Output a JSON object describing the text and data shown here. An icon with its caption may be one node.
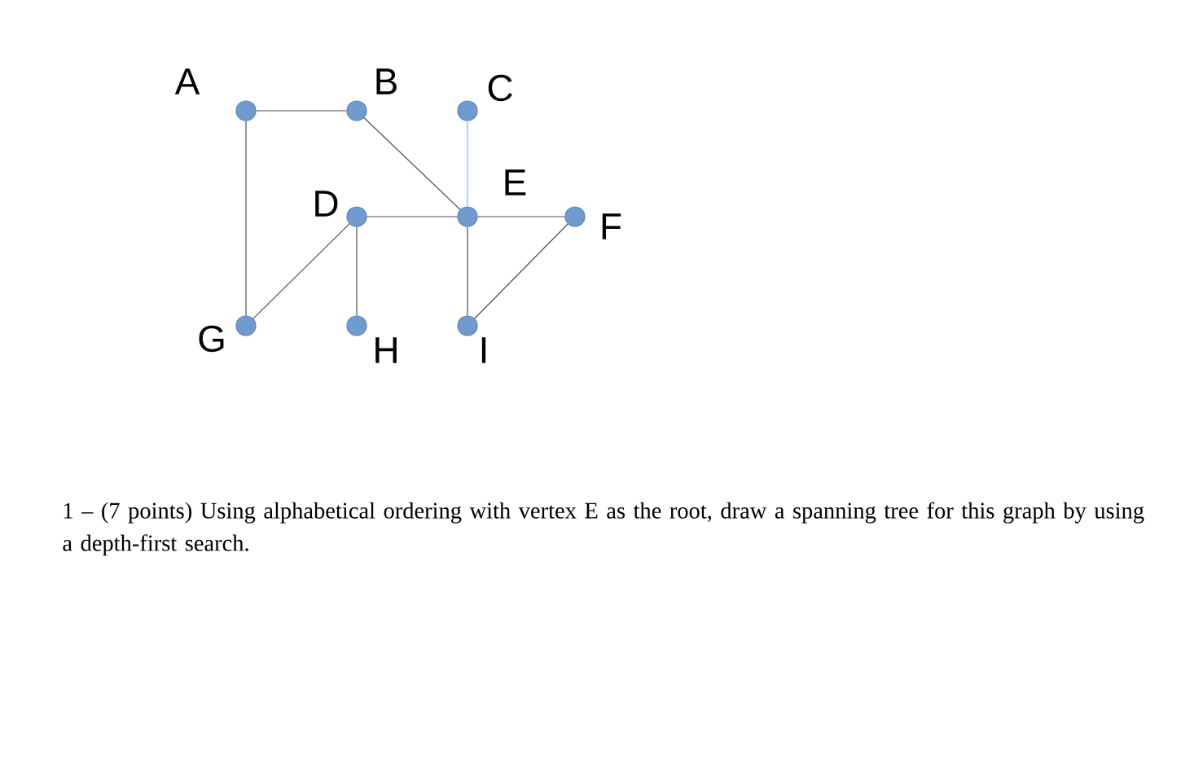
{
  "diagram": {
    "nodes": [
      {
        "text": [],
        "shape": "circle",
        "beside": [
          "A"
        ]
      },
      {
        "text": [],
        "shape": "circle",
        "beside": [
          "B"
        ]
      },
      {
        "text": [],
        "shape": "circle",
        "beside": [
          "C"
        ]
      },
      {
        "text": [],
        "shape": "circle",
        "beside": [
          "D"
        ]
      },
      {
        "text": [],
        "shape": "circle",
        "beside": [
          "E"
        ]
      },
      {
        "text": [],
        "shape": "circle",
        "beside": [
          "F"
        ]
      },
      {
        "text": [],
        "shape": "circle",
        "beside": [
          "G"
        ]
      },
      {
        "text": [],
        "shape": "circle",
        "beside": [
          "H"
        ]
      },
      {
        "text": [],
        "shape": "circle",
        "beside": [
          "I"
        ]
      }
    ],
    "edges": [
      {
        "from": 0,
        "to": 1,
        "arrow": "none"
      },
      {
        "from": 0,
        "to": 6,
        "arrow": "none"
      },
      {
        "from": 1,
        "to": 4,
        "arrow": "none"
      },
      {
        "from": 2,
        "to": 4,
        "arrow": "none",
        "color": "#8eb4e3"
      },
      {
        "from": 3,
        "to": 4,
        "arrow": "none"
      },
      {
        "from": 3,
        "to": 6,
        "arrow": "none"
      },
      {
        "from": 3,
        "to": 7,
        "arrow": "none"
      },
      {
        "from": 4,
        "to": 5,
        "arrow": "none"
      },
      {
        "from": 4,
        "to": 8,
        "arrow": "none"
      },
      {
        "from": 8,
        "to": 5,
        "arrow": "none"
      }
    ],
    "labels": [
      "1 – (7 points) Using alphabetical ordering with vertex E as the root, draw a spanning tree for this graph by using a depth-first search."
    ]
  }
}
